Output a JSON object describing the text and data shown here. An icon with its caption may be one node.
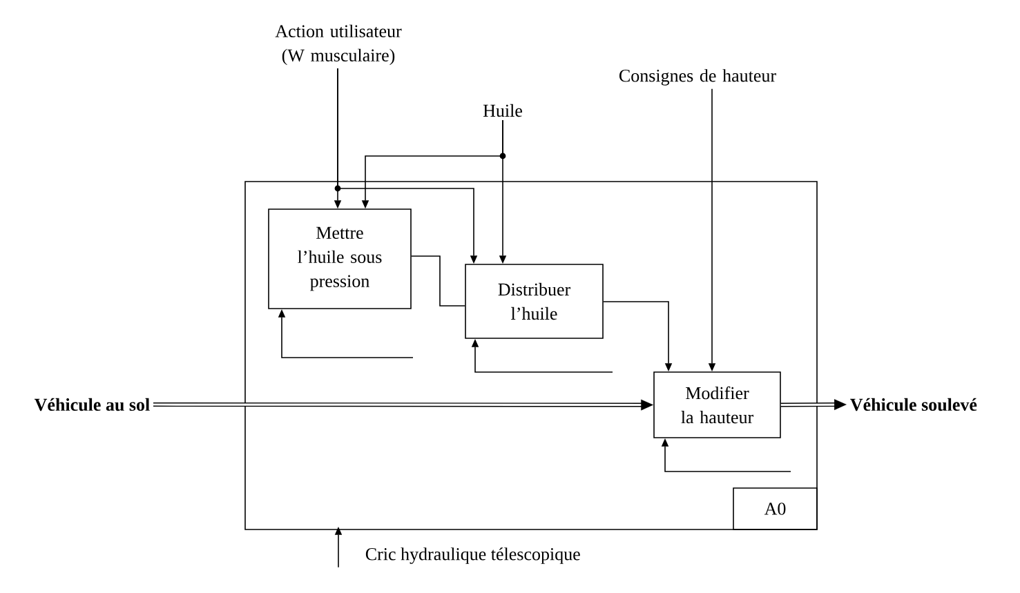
{
  "diagram": {
    "nodes": [
      {
        "text": [],
        "shape": "box"
      },
      {
        "text": [
          "A0"
        ],
        "in": 0
      },
      {
        "text": [
          "Mettre l’huile sous pression"
        ],
        "in": 0
      },
      {
        "text": [
          "Distribuer l’huile"
        ],
        "in": 0
      },
      {
        "text": [
          "Modifier la hauteur"
        ],
        "in": 0
      },
      {
        "text": [
          "Action utilisateur (W musculaire)"
        ]
      },
      {
        "text": [
          "Huile"
        ]
      },
      {
        "text": [
          "Consignes de hauteur"
        ]
      },
      {
        "text": [
          "Véhicule au sol"
        ]
      },
      {
        "text": [
          "Véhicule soulevé"
        ]
      },
      {
        "text": [
          "Cric hydraulique télescopique"
        ]
      }
    ],
    "edges": [
      {
        "from": 5,
        "to": 2,
        "arrow": "to"
      },
      {
        "from": 5,
        "to": 3,
        "arrow": "to"
      },
      {
        "from": 6,
        "to": 2,
        "arrow": "to"
      },
      {
        "from": 6,
        "to": 3,
        "arrow": "to"
      },
      {
        "from": 7,
        "to": 4,
        "arrow": "to"
      },
      {
        "from": 2,
        "to": 3,
        "arrow": "none"
      },
      {
        "from": 3,
        "to": 4,
        "arrow": "to"
      },
      {
        "from": 8,
        "to": 4,
        "arrow": "to",
        "style": "thick"
      },
      {
        "from": 4,
        "to": 9,
        "arrow": "to",
        "style": "thick"
      },
      {
        "from": 10,
        "to": 0,
        "arrow": "to"
      },
      {
        "from": null,
        "to": 2,
        "arrow": "to"
      },
      {
        "from": null,
        "to": 3,
        "arrow": "to"
      },
      {
        "from": null,
        "to": 4,
        "arrow": "to"
      }
    ]
  }
}
